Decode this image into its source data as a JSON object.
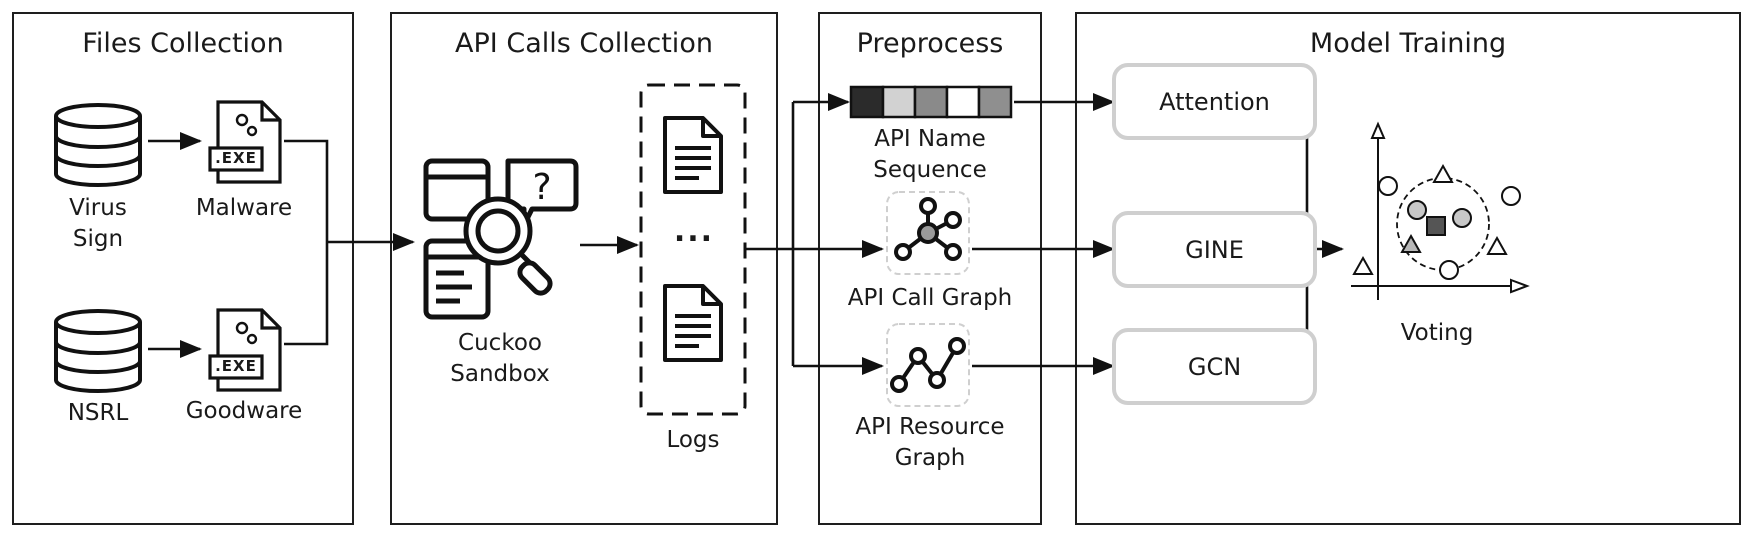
{
  "panels": {
    "files_collection": "Files Collection",
    "api_calls_collection": "API Calls Collection",
    "preprocess": "Preprocess",
    "model_training": "Model Training"
  },
  "files": {
    "virus_sign": "Virus\nSign",
    "nsrl": "NSRL",
    "malware": "Malware",
    "goodware": "Goodware",
    "exe_tag": ".EXE"
  },
  "api": {
    "sandbox": "Cuckoo\nSandbox",
    "ellipsis": "...",
    "logs": "Logs"
  },
  "preprocess": {
    "sequence": "API Name\nSequence",
    "call_graph": "API Call Graph",
    "resource_graph": "API Resource\nGraph",
    "sequence_colors": [
      "#2b2b2b",
      "#d2d2d2",
      "#8a8a8a",
      "#ffffff",
      "#8f8f8f"
    ]
  },
  "models": {
    "attention": "Attention",
    "gine": "GINE",
    "gcn": "GCN",
    "voting": "Voting"
  },
  "icons": [
    "database-icon",
    "exe-file-icon",
    "sandbox-icon",
    "document-icon",
    "graph-icon",
    "path-graph-icon",
    "scatter-plot-icon"
  ]
}
